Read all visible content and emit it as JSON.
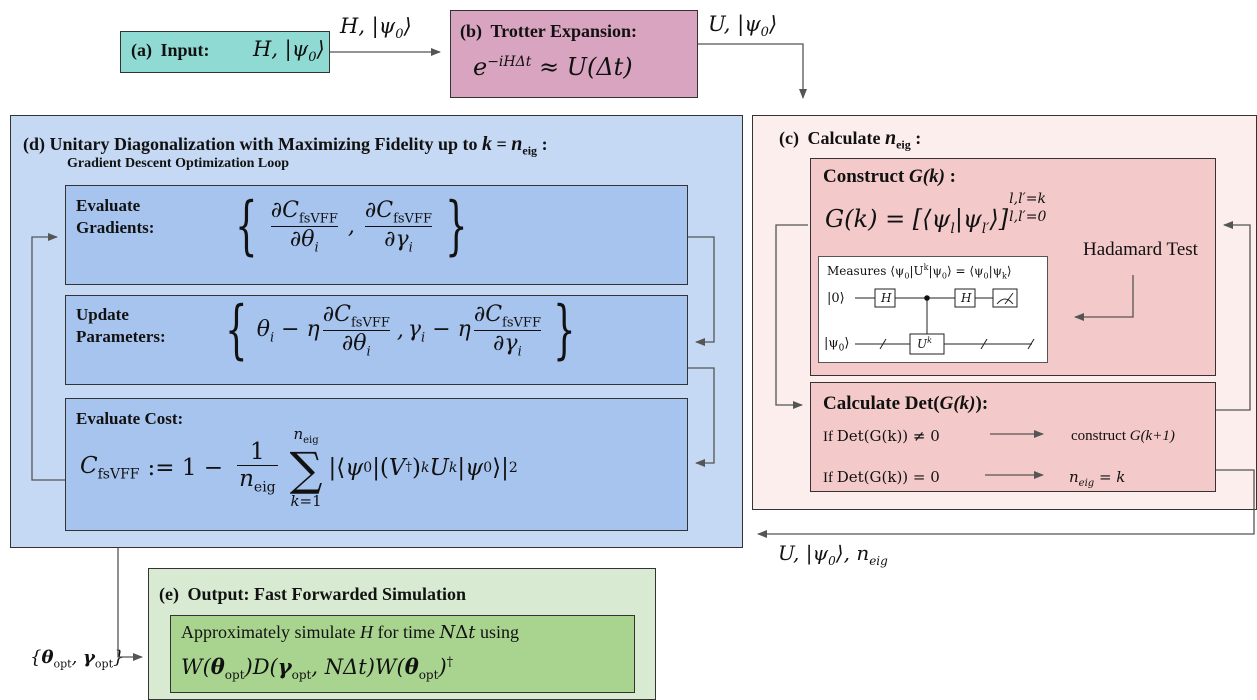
{
  "box_a": {
    "prefix": "(a)",
    "title": "Input:",
    "math": "H, |ψ₀⟩"
  },
  "arrow_ab_label": "H, |ψ₀⟩",
  "box_b": {
    "prefix": "(b)",
    "title": "Trotter Expansion:",
    "math": "e^(−iHΔt) ≈ U(Δt)"
  },
  "arrow_bc_label": "U, |ψ₀⟩",
  "box_c": {
    "prefix": "(c)",
    "title": "Calculate n_eig :",
    "construct_title": "Construct G(k) :",
    "construct_math": "G(k) = [⟨ψ_l|ψ_l′⟩] l,l′=0 … l,l′=k",
    "hadamard_label": "Hadamard Test",
    "circuit": {
      "caption": "Measures ⟨ψ₀|U^k|ψ₀⟩ = ⟨ψ₀|ψ_k⟩",
      "ket0": "|0⟩",
      "ketpsi": "|ψ₀⟩",
      "h_gate": "H",
      "uk_gate": "U^k"
    },
    "det_title": "Calculate Det(G(k)):",
    "det_rows": [
      {
        "condition": "If Det(G(k)) ≠ 0",
        "result": "construct G(k+1)"
      },
      {
        "condition": "If Det(G(k)) = 0",
        "result": "n_eig = k"
      }
    ]
  },
  "arrow_cd_label": "U, |ψ₀⟩, n_eig",
  "box_d": {
    "prefix": "(d)",
    "title": "Unitary Diagonalization with Maximizing Fidelity up to k = n_eig :",
    "subtitle": "Gradient Descent Optimization Loop",
    "gradients": {
      "label_line1": "Evaluate",
      "label_line2": "Gradients:",
      "math": "{ ∂C_fsVFF/∂θ_i , ∂C_fsVFF/∂γ_i }"
    },
    "update": {
      "label_line1": "Update",
      "label_line2": "Parameters:",
      "math": "{ θ_i − η ∂C_fsVFF/∂θ_i , γ_i − η ∂C_fsVFF/∂γ_i }"
    },
    "cost": {
      "label": "Evaluate Cost:",
      "math": "C_fsVFF := 1 − (1/n_eig) Σ_{k=1}^{n_eig} |⟨ψ₀|(V†)^k U^k|ψ₀⟩|²"
    }
  },
  "arrow_de_label": "{θ_opt, γ_opt}",
  "box_e": {
    "prefix": "(e)",
    "title": "Output: Fast Forwarded Simulation",
    "line1": "Approximately simulate H for time NΔt using",
    "line2": "W(θ_opt) D(γ_opt, NΔt) W(θ_opt)†"
  },
  "colors": {
    "teal": "#8fdad2",
    "mauve": "#d9a4bf",
    "pink_outer": "#fbeeec",
    "pink_inner": "#f3c9c9",
    "blue_outer": "#c5d9f4",
    "blue_inner": "#a7c4ef",
    "green_outer": "#d8ebd2",
    "green_inner": "#a9d48f"
  }
}
